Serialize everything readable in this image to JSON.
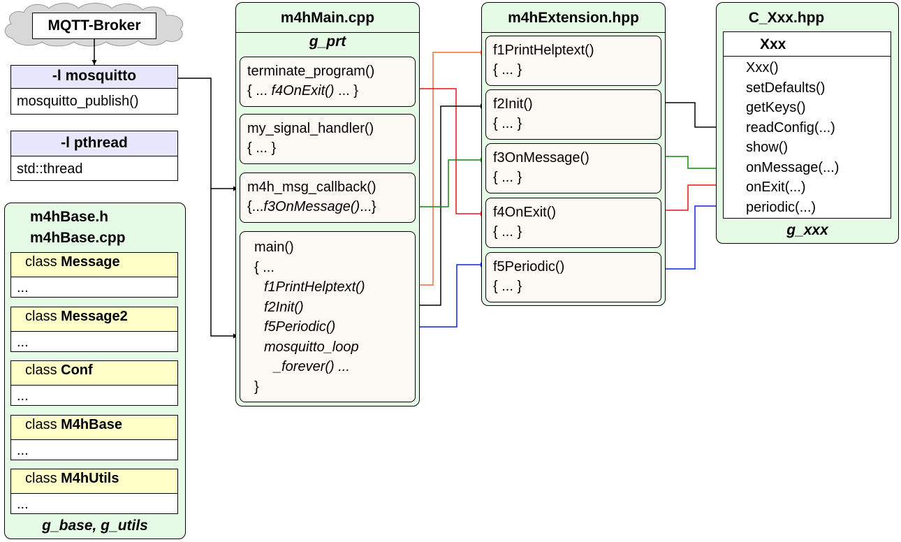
{
  "broker": {
    "label": "MQTT-Broker"
  },
  "libs": [
    {
      "head": "-l mosquitto",
      "body": "mosquitto_publish()"
    },
    {
      "head": "-l pthread",
      "body": "std::thread"
    }
  ],
  "base": {
    "title1": "m4hBase.h",
    "title2": "m4hBase.cpp",
    "class_prefix": "class",
    "classes": [
      {
        "name": "Message",
        "body": "..."
      },
      {
        "name": "Message2",
        "body": "..."
      },
      {
        "name": "Conf",
        "body": "..."
      },
      {
        "name": "M4hBase",
        "body": "..."
      },
      {
        "name": "M4hUtils",
        "body": "..."
      }
    ],
    "footer": "g_base, g_utils"
  },
  "main": {
    "title": "m4hMain.cpp",
    "subtitle": "g_prt",
    "terminate": {
      "l1": "terminate_program()",
      "l2a": "{ ... ",
      "l2b": "f4OnExit()",
      "l2c": " ... }"
    },
    "signal": {
      "l1": "my_signal_handler()",
      "l2": "{ ... }"
    },
    "callback": {
      "l1": "m4h_msg_callback()",
      "l2a": "{...",
      "l2b": "f3OnMessage()",
      "l2c": "...}"
    },
    "mainfn": {
      "l1": "main()",
      "l2": "{ ...",
      "l3": "f1PrintHelptext()",
      "l4": "f2Init()",
      "l5": "f5Periodic()",
      "l6": "mosquitto_loop",
      "l7": "_forever() ...",
      "l8": "}"
    }
  },
  "ext": {
    "title": "m4hExtension.hpp",
    "funcs": [
      {
        "name": "f1PrintHelptext()",
        "body": "{ ... }"
      },
      {
        "name": "f2Init()",
        "body": "{ ... }"
      },
      {
        "name": "f3OnMessage()",
        "body": "{ ... }"
      },
      {
        "name": "f4OnExit()",
        "body": "{ ... }"
      },
      {
        "name": "f5Periodic()",
        "body": "{ ... }"
      }
    ]
  },
  "cxxx": {
    "title": "C_Xxx.hpp",
    "class_name": "Xxx",
    "members": [
      "Xxx()",
      "setDefaults()",
      "getKeys()",
      "readConfig(...)",
      "show()",
      "onMessage(...)",
      "onExit(...)",
      "periodic(...)"
    ],
    "footer": "g_xxx"
  },
  "colors": {
    "orange": "#f26b38",
    "red": "#ee1111",
    "green": "#118811",
    "blue": "#1122dd",
    "black": "#000000"
  }
}
